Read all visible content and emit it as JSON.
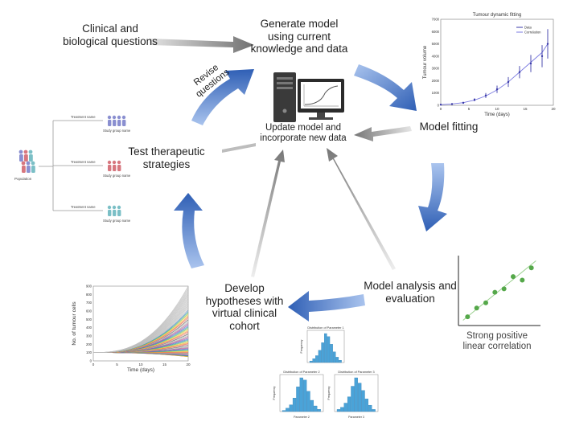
{
  "labels": {
    "clinical": "Clinical and biological questions",
    "generate": "Generate model using current knowledge and data",
    "revise": "Revise questions",
    "update": "Update model and incorporate new data",
    "fitting": "Model fitting",
    "test": "Test therapeutic strategies",
    "develop": "Develop hypotheses with virtual clinical cohort",
    "analysis": "Model analysis and evaluation",
    "correlation": "Strong positive linear correlation"
  },
  "population": {
    "label": "Population",
    "treatment_label": "Treatment name",
    "group_label": "Study group name"
  },
  "colors": {
    "arrow_blue": "#3b6cc0",
    "arrow_grey": "#9a9a9a",
    "data_blue": "#3a3aa8",
    "hist_blue": "#4aa3d8",
    "scatter_green": "#55a84a"
  },
  "chart_data": [
    {
      "type": "line",
      "title": "Tumour dynamic fitting",
      "xlabel": "Time (days)",
      "ylabel": "Tumour volume",
      "xlim": [
        0,
        20
      ],
      "ylim": [
        0,
        7000
      ],
      "xticks": [
        0,
        5,
        10,
        15,
        20
      ],
      "yticks": [
        0,
        1000,
        2000,
        3000,
        4000,
        5000,
        6000,
        7000
      ],
      "legend": [
        "Data",
        "Correlation"
      ],
      "series": [
        {
          "name": "Data",
          "x": [
            0,
            2,
            4,
            6,
            8,
            10,
            12,
            14,
            16,
            18,
            19
          ],
          "y": [
            50,
            100,
            200,
            450,
            800,
            1300,
            1900,
            2700,
            3400,
            4000,
            5000
          ],
          "err": [
            20,
            40,
            80,
            120,
            200,
            300,
            400,
            500,
            700,
            900,
            1200
          ]
        },
        {
          "name": "Correlation",
          "x": [
            0,
            2,
            4,
            6,
            8,
            10,
            12,
            14,
            16,
            18,
            19
          ],
          "y": [
            50,
            110,
            220,
            420,
            760,
            1250,
            1900,
            2700,
            3500,
            4300,
            5000
          ]
        }
      ]
    },
    {
      "type": "scatter",
      "title": "",
      "points": [
        [
          1,
          1
        ],
        [
          2,
          2
        ],
        [
          3,
          2.6
        ],
        [
          4,
          3.8
        ],
        [
          5,
          4.2
        ],
        [
          6,
          5.6
        ],
        [
          7,
          5.2
        ],
        [
          8,
          6.6
        ]
      ],
      "trend": [
        [
          0.5,
          0.6
        ],
        [
          8.5,
          7.4
        ]
      ]
    },
    {
      "type": "area",
      "xlabel": "Time (days)",
      "ylabel": "No. of tumour cells",
      "xlim": [
        0,
        20
      ],
      "ylim": [
        0,
        900
      ],
      "xticks": [
        0,
        5,
        10,
        15,
        20
      ],
      "yticks": [
        0,
        100,
        200,
        300,
        400,
        500,
        600,
        700,
        800,
        900
      ],
      "start_value": 100,
      "min_end": 50,
      "max_end": 900
    },
    {
      "type": "bar",
      "title": "Distribution of Parameter 1",
      "ylabel": "Frequency",
      "values": [
        2,
        5,
        9,
        16,
        26,
        38,
        34,
        24,
        14,
        7,
        3
      ]
    },
    {
      "type": "bar",
      "title": "Distribution of Parameter 2",
      "xlabel": "Parameter 2",
      "ylabel": "Frequency",
      "values": [
        1,
        3,
        6,
        12,
        22,
        30,
        28,
        18,
        10,
        5,
        2
      ]
    },
    {
      "type": "bar",
      "title": "Distribution of Parameter 3",
      "xlabel": "Parameter 3",
      "ylabel": "Frequency",
      "values": [
        2,
        4,
        8,
        14,
        24,
        32,
        27,
        20,
        12,
        6,
        2
      ]
    }
  ]
}
